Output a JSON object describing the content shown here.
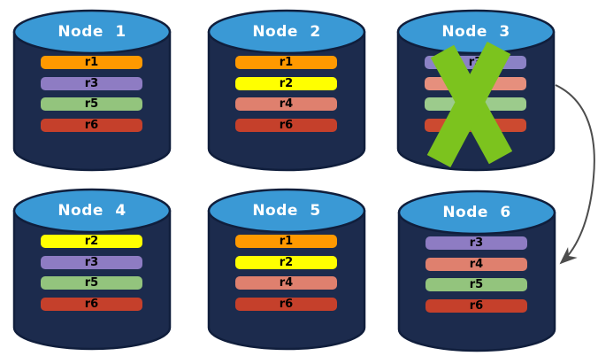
{
  "colors": {
    "cylinder_body": "#1C2B4D",
    "cylinder_outline": "#101E3C",
    "cylinder_top": "#3A99D5",
    "node_label_text": "#FFFFFF",
    "bar_label_text": "#000000",
    "failure_x": "#7CC31E",
    "arrow": "#4D4D4D"
  },
  "nodes": [
    {
      "label": "Node 1",
      "bars": [
        {
          "label": "r1",
          "color": "#FF9900"
        },
        {
          "label": "r3",
          "color": "#8E7CC3"
        },
        {
          "label": "r5",
          "color": "#93C47D"
        },
        {
          "label": "r6",
          "color": "#C5402B"
        }
      ]
    },
    {
      "label": "Node 2",
      "bars": [
        {
          "label": "r1",
          "color": "#FF9900"
        },
        {
          "label": "r2",
          "color": "#FFFF00"
        },
        {
          "label": "r4",
          "color": "#DF806E"
        },
        {
          "label": "r6",
          "color": "#C5402B"
        }
      ]
    },
    {
      "label": "Node 3",
      "bars": [
        {
          "label": "r3",
          "color": "#8B82C6"
        },
        {
          "label": "",
          "color": "#E68F7D"
        },
        {
          "label": "",
          "color": "#9CCB8C"
        },
        {
          "label": "",
          "color": "#CC4A30"
        }
      ]
    },
    {
      "label": "Node 4",
      "bars": [
        {
          "label": "r2",
          "color": "#FFFF00"
        },
        {
          "label": "r3",
          "color": "#8E7CC3"
        },
        {
          "label": "r5",
          "color": "#93C47D"
        },
        {
          "label": "r6",
          "color": "#C5402B"
        }
      ]
    },
    {
      "label": "Node 5",
      "bars": [
        {
          "label": "r1",
          "color": "#FF9900"
        },
        {
          "label": "r2",
          "color": "#FFFF00"
        },
        {
          "label": "r4",
          "color": "#DF806E"
        },
        {
          "label": "r6",
          "color": "#C5402B"
        }
      ]
    },
    {
      "label": "Node 6",
      "bars": [
        {
          "label": "r3",
          "color": "#8E7CC3"
        },
        {
          "label": "r4",
          "color": "#DF806E"
        },
        {
          "label": "r5",
          "color": "#93C47D"
        },
        {
          "label": "r6",
          "color": "#C5402B"
        }
      ]
    }
  ],
  "failure_marker": {
    "symbol": "X",
    "color": "#7CC31E",
    "on_node": "Node 3"
  },
  "arrow": {
    "from": "Node 3",
    "to": "Node 6",
    "color": "#4D4D4D"
  }
}
